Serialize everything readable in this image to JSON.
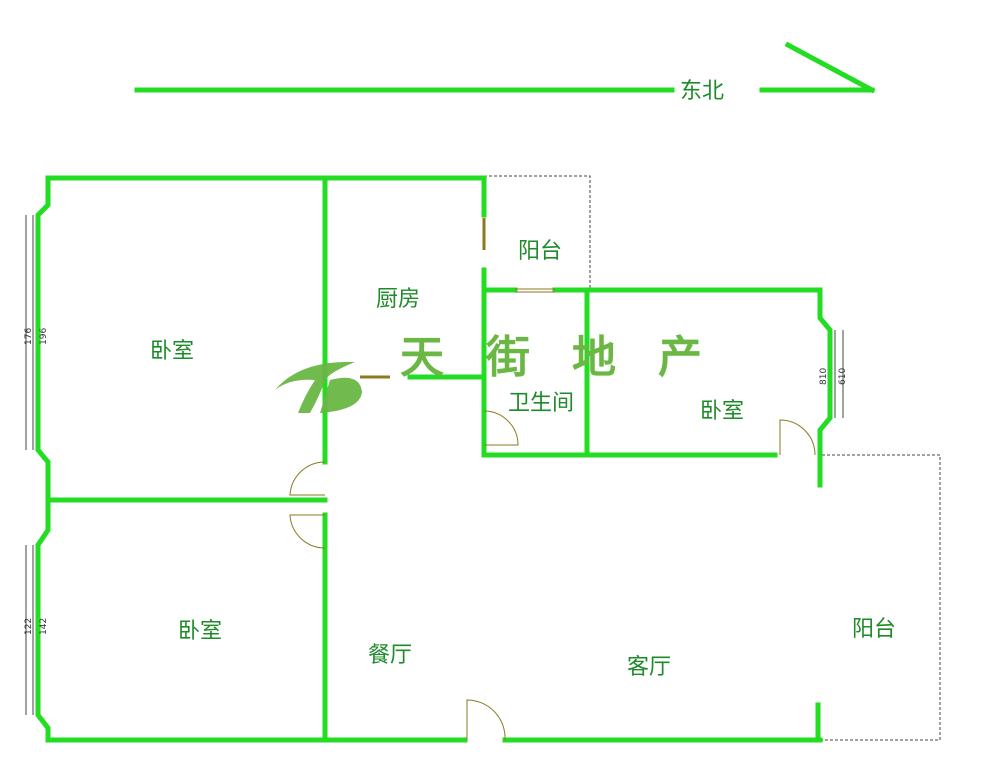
{
  "compass": {
    "label": "东北"
  },
  "rooms": {
    "bedroom_nw": "卧室",
    "kitchen": "厨房",
    "balcony_top": "阳台",
    "bathroom": "卫生间",
    "bedroom_e": "卧室",
    "bedroom_sw": "卧室",
    "dining": "餐厅",
    "living": "客厅",
    "balcony_e": "阳台"
  },
  "dimensions": {
    "nw_window_inner": "176",
    "nw_window_outer": "196",
    "sw_window_inner": "122",
    "sw_window_outer": "142",
    "e_window_outer": "810",
    "e_window_inner": "610"
  },
  "watermark": {
    "text": "天街地产"
  },
  "colors": {
    "wall": "#22dd22",
    "text": "#1f8a2a",
    "watermark": "#6ab744"
  }
}
